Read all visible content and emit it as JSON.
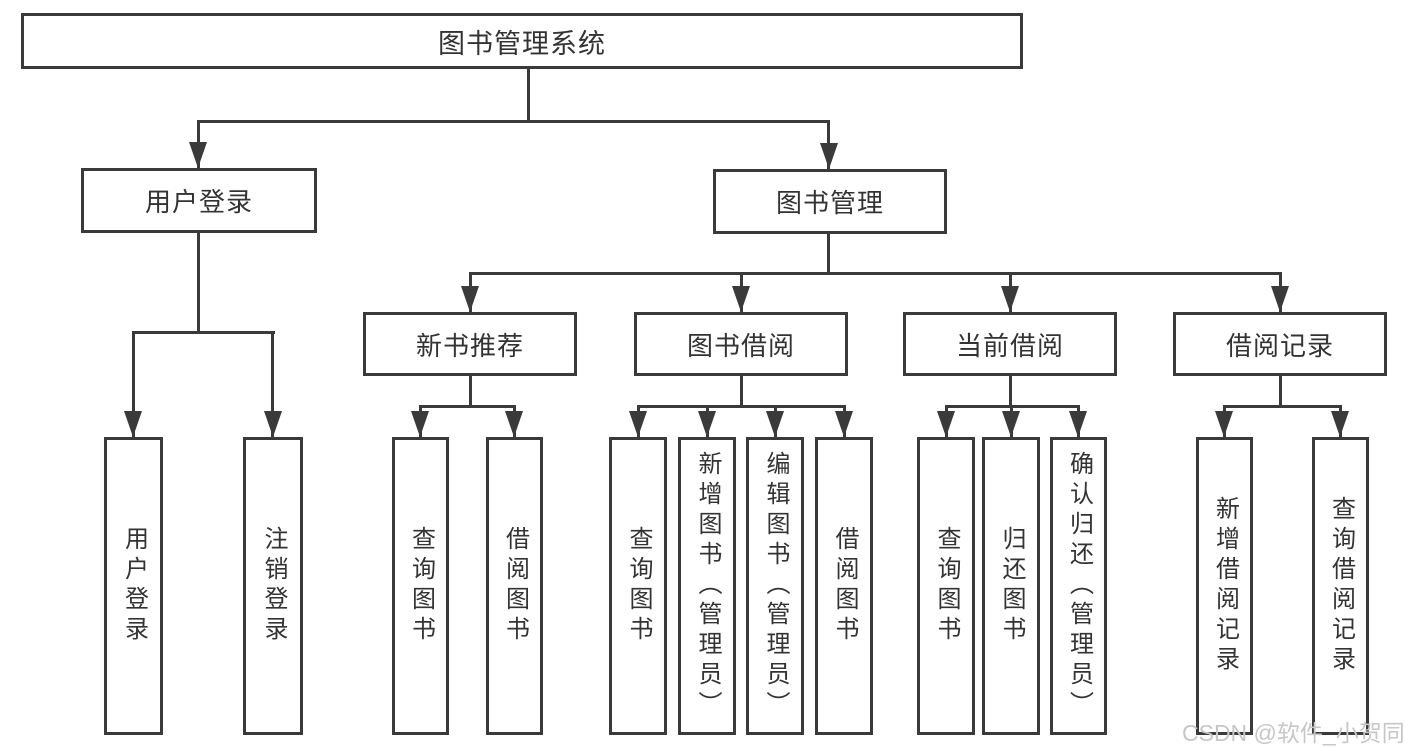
{
  "diagram": {
    "background": "#ffffff",
    "line_color": "#3a3a3a",
    "text_color": "#333333",
    "watermark": {
      "text": "CSDN @软件_小贺同学",
      "color": "#c7c7c7"
    },
    "tree": {
      "label": "图书管理系统",
      "children": [
        {
          "label": "用户登录",
          "children": [
            {
              "label": "用户登录"
            },
            {
              "label": "注销登录"
            }
          ]
        },
        {
          "label": "图书管理",
          "children": [
            {
              "label": "新书推荐",
              "children": [
                {
                  "label": "查询图书"
                },
                {
                  "label": "借阅图书"
                }
              ]
            },
            {
              "label": "图书借阅",
              "children": [
                {
                  "label": "查询图书"
                },
                {
                  "label": "新增图书（管理员）"
                },
                {
                  "label": "编辑图书（管理员）"
                },
                {
                  "label": "借阅图书"
                }
              ]
            },
            {
              "label": "当前借阅",
              "children": [
                {
                  "label": "查询图书"
                },
                {
                  "label": "归还图书"
                },
                {
                  "label": "确认归还（管理员）"
                }
              ]
            },
            {
              "label": "借阅记录",
              "children": [
                {
                  "label": "新增借阅记录"
                },
                {
                  "label": "查询借阅记录"
                }
              ]
            }
          ]
        }
      ]
    }
  }
}
